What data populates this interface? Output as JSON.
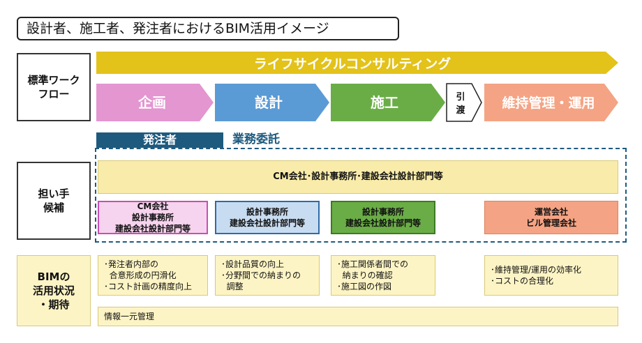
{
  "title": "設計者、施工者、発注者におけるBIM活用イメージ",
  "row_labels": {
    "workflow": [
      "標準ワーク",
      "フロー"
    ],
    "candidates": [
      "担い手",
      "候補"
    ],
    "bim": [
      "BIMの",
      "活用状況",
      "・期待"
    ]
  },
  "lifecycle_label": "ライフサイクルコンサルティング",
  "stages": {
    "planning": "企画",
    "design": "設計",
    "construction": "施工",
    "handover": [
      "引",
      "渡"
    ],
    "maintenance": "維持管理・運用"
  },
  "owner_label": "発注者",
  "commission_label": "業務委託",
  "cm_banner": "CM会社･設計事務所･建設会社設計部門等",
  "candidates": {
    "planning": [
      "CM会社",
      "設計事務所",
      "建設会社設計部門等"
    ],
    "design": [
      "設計事務所",
      "建設会社設計部門等"
    ],
    "construction": [
      "設計事務所",
      "建設会社設計部門等"
    ],
    "maintenance": [
      "運営会社",
      "ビル管理会社"
    ]
  },
  "bim_notes": {
    "planning": [
      "･発注者内部の",
      "  合意形成の円滑化",
      "･コスト計画の精度向上"
    ],
    "design": [
      "･設計品質の向上",
      "･分野間での納まりの",
      "  調整"
    ],
    "construction": [
      "･施工関係者間での",
      "  納まりの確認",
      "･施工図の作図"
    ],
    "maintenance": [
      "･維持管理/運用の効率化",
      "･コストの合理化"
    ]
  },
  "info_management": "情報一元管理",
  "colors": {
    "lifecycle": "#e3c21a",
    "planning": "#e396d0",
    "design": "#5b9bd5",
    "construction": "#6aad46",
    "maintenance": "#f4a384",
    "owner": "#1e5a7e",
    "note_bg": "#fdf4c5",
    "cm_bg": "#f9ecaa"
  }
}
